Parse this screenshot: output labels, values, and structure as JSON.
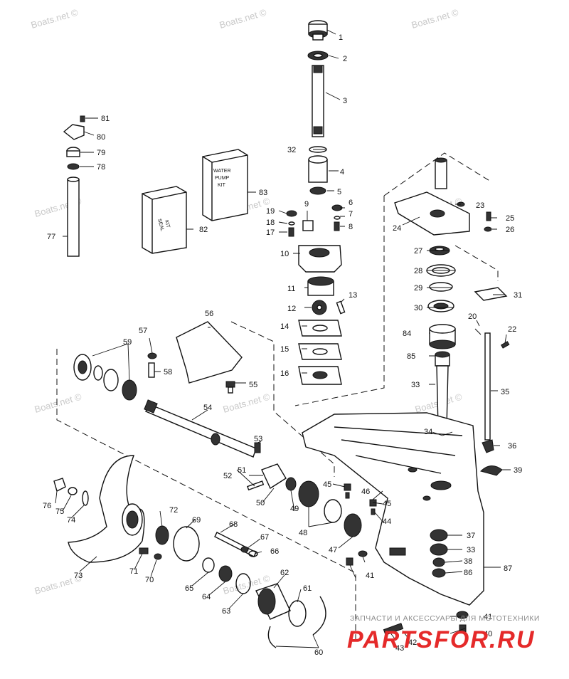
{
  "watermark": "Boats.net ©",
  "seal_kit": {
    "line1": "SEAL",
    "line2": "KIT"
  },
  "water_pump_kit": {
    "line1": "WATER",
    "line2": "PUMP",
    "line3": "KIT"
  },
  "branding": {
    "subtitle": "ЗАПЧАСТИ И АКСЕССУАРЫ ДЛЯ МОТОТЕХНИКИ",
    "logo_text": "PARTSFOR.RU"
  },
  "part_labels": [
    "1",
    "2",
    "3",
    "4",
    "5",
    "6",
    "7",
    "8",
    "9",
    "10",
    "11",
    "12",
    "13",
    "14",
    "15",
    "16",
    "17",
    "18",
    "19",
    "20",
    "22",
    "23",
    "24",
    "25",
    "26",
    "27",
    "28",
    "29",
    "30",
    "31",
    "32",
    "33",
    "33",
    "34",
    "35",
    "36",
    "37",
    "38",
    "39",
    "40",
    "41",
    "41",
    "42",
    "43",
    "44",
    "45",
    "45",
    "46",
    "47",
    "48",
    "49",
    "50",
    "51",
    "52",
    "53",
    "54",
    "55",
    "56",
    "57",
    "58",
    "59",
    "60",
    "61",
    "62",
    "63",
    "64",
    "65",
    "66",
    "67",
    "68",
    "69",
    "70",
    "71",
    "72",
    "73",
    "74",
    "75",
    "76",
    "77",
    "78",
    "79",
    "80",
    "81",
    "82",
    "83",
    "84",
    "85",
    "86",
    "87"
  ]
}
